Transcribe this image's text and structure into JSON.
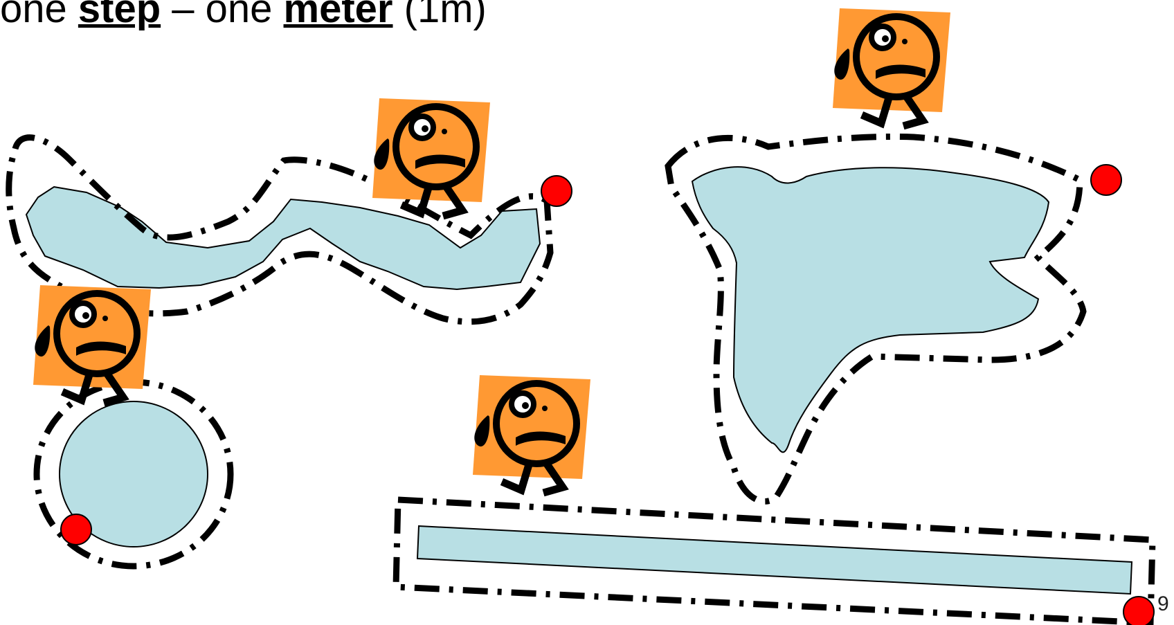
{
  "slide": {
    "bullet_prefix": "one ",
    "bullet_word1": "step",
    "bullet_mid": " – one ",
    "bullet_word2": "meter",
    "bullet_suffix": " (1m)",
    "page_number": "9"
  },
  "colors": {
    "water": "#b8dfe4",
    "path": "#000000",
    "marker": "#ff0000",
    "face_bg": "#ff9933"
  },
  "icons": [
    "worried-walker-icon",
    "start-point-marker-icon"
  ]
}
